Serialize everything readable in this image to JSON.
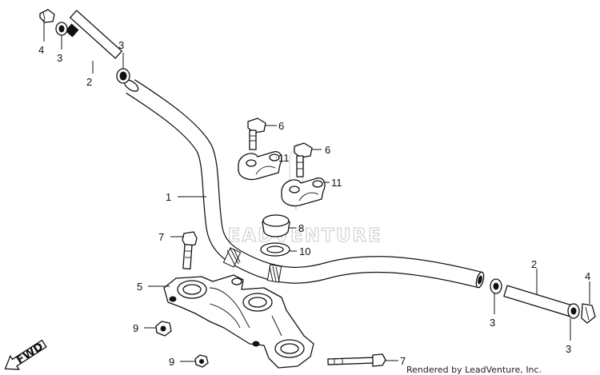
{
  "callouts": {
    "c1": "1",
    "c2a": "2",
    "c2b": "2",
    "c3a": "3",
    "c3b": "3",
    "c3c": "3",
    "c3d": "3",
    "c4a": "4",
    "c4b": "4",
    "c5": "5",
    "c6a": "6",
    "c6b": "6",
    "c7a": "7",
    "c7b": "7",
    "c8": "8",
    "c9a": "9",
    "c9b": "9",
    "c10": "10",
    "c11a": "11",
    "c11b": "11"
  },
  "direction_label": "FWD",
  "watermark": "LEADVENTURE",
  "credit": "Rendered by LeadVenture, Inc.",
  "icons": [
    "fwd-arrow-icon"
  ],
  "colors": {
    "line": "#111111",
    "watermark": "#c9c9c9",
    "background": "#ffffff"
  }
}
